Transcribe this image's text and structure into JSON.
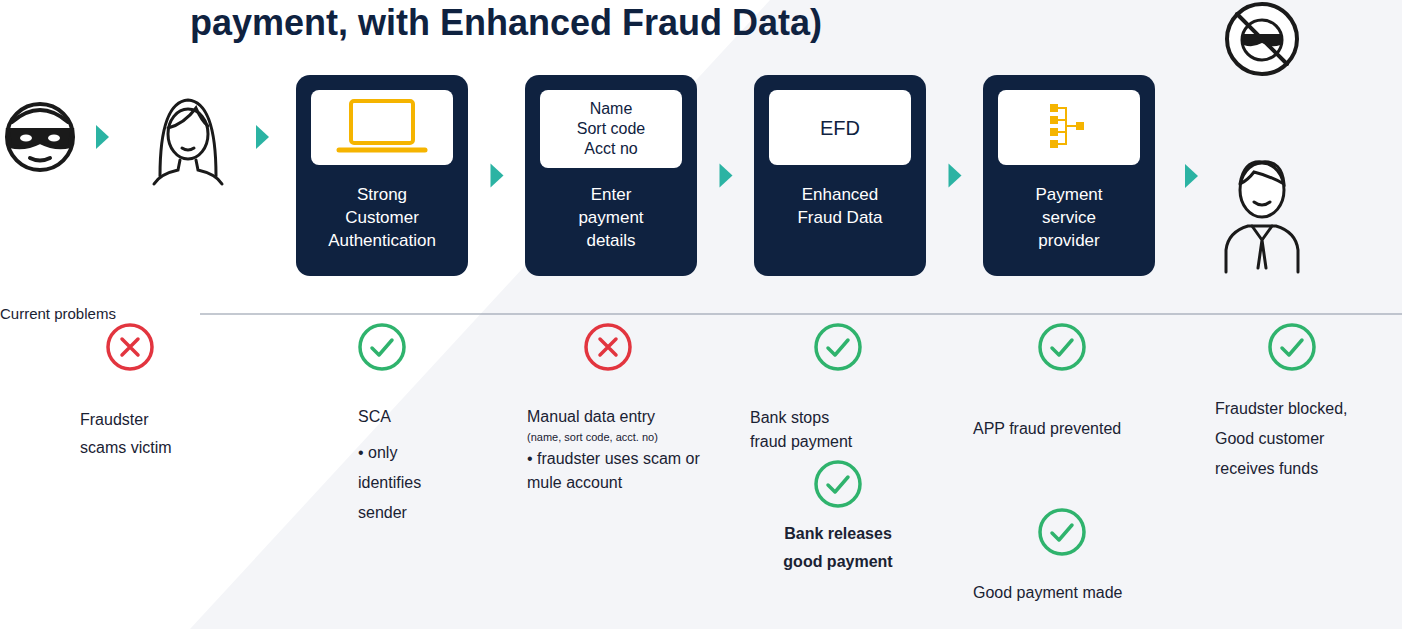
{
  "diagram": {
    "title": "payment, with Enhanced Fraud Data)",
    "nodes": [
      {
        "text": [
          "Strong Customer Authentication"
        ]
      },
      {
        "text": [
          "Enter payment details"
        ]
      },
      {
        "text": [
          "Name Sort code Acct no"
        ],
        "in": 1
      },
      {
        "text": [
          "Enhanced Fraud Data"
        ]
      },
      {
        "text": [
          "EFD"
        ],
        "in": 3
      },
      {
        "text": [
          "Payment service provider"
        ]
      }
    ],
    "edges": [
      {
        "from": 0,
        "to": 1,
        "arrow": "to"
      },
      {
        "from": 1,
        "to": 3,
        "arrow": "to"
      },
      {
        "from": 3,
        "to": 5,
        "arrow": "to"
      }
    ],
    "labels": [
      "Current problems",
      "Fraudster scams victim",
      "SCA",
      "• only identifies sender",
      "Manual data entry",
      "(name, sort code, acct. no)",
      "• fraudster uses scam or mule account",
      "Bank stops fraud payment",
      "Bank releases good payment",
      "APP fraud prevented",
      "Good payment made",
      "Fraudster blocked, Good customer receives funds"
    ]
  }
}
